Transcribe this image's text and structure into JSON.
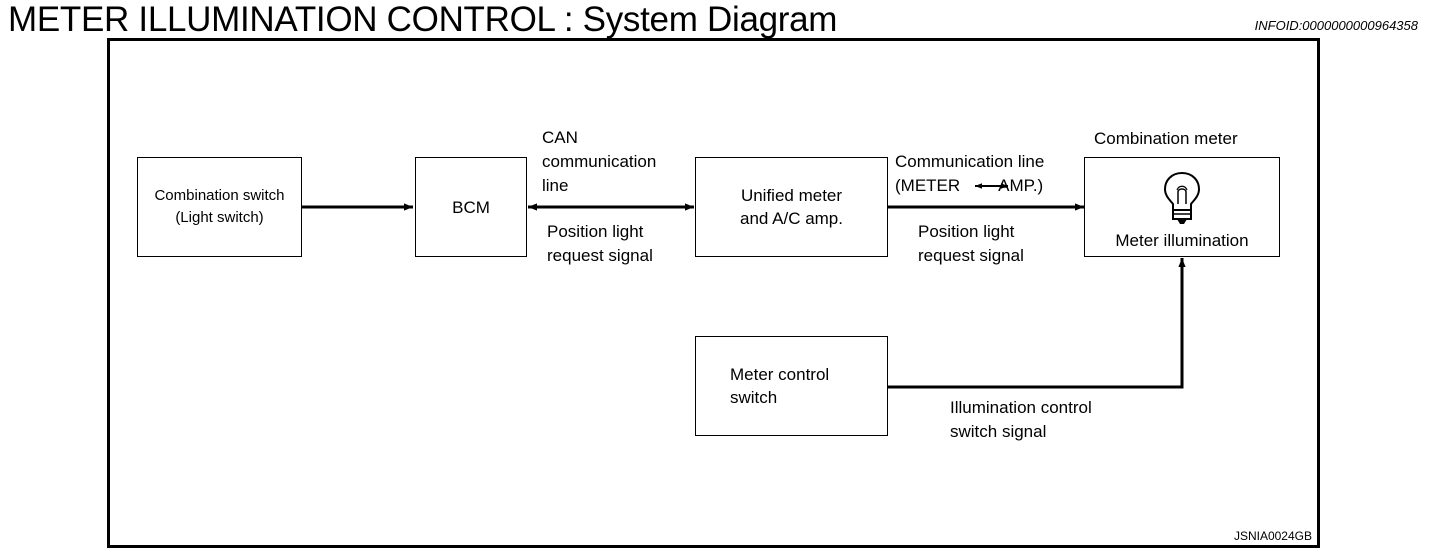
{
  "header": {
    "title": "METER ILLUMINATION CONTROL : System Diagram",
    "infoid": "INFOID:0000000000964358"
  },
  "diagram": {
    "combination_switch": {
      "line1": "Combination switch",
      "line2": "(Light switch)"
    },
    "bcm": {
      "label": "BCM"
    },
    "can_line": {
      "line1": "CAN",
      "line2": "communication",
      "line3": "line"
    },
    "signal_1": {
      "line1": "Position light",
      "line2": "request signal"
    },
    "unified_meter": {
      "line1": "Unified meter",
      "line2": "and A/C amp."
    },
    "comm_line": {
      "line1": "Communication line",
      "line2": "(METER",
      "line2_end": "AMP.)"
    },
    "signal_2": {
      "line1": "Position light",
      "line2": "request signal"
    },
    "combination_meter": {
      "title": "Combination meter",
      "inner": "Meter illumination"
    },
    "meter_control_switch": {
      "line1": "Meter control",
      "line2": "switch"
    },
    "signal_3": {
      "line1": "Illumination control",
      "line2": "switch signal"
    },
    "figure_code": "JSNIA0024GB",
    "icons": {
      "bulb": "light-bulb-icon"
    }
  }
}
